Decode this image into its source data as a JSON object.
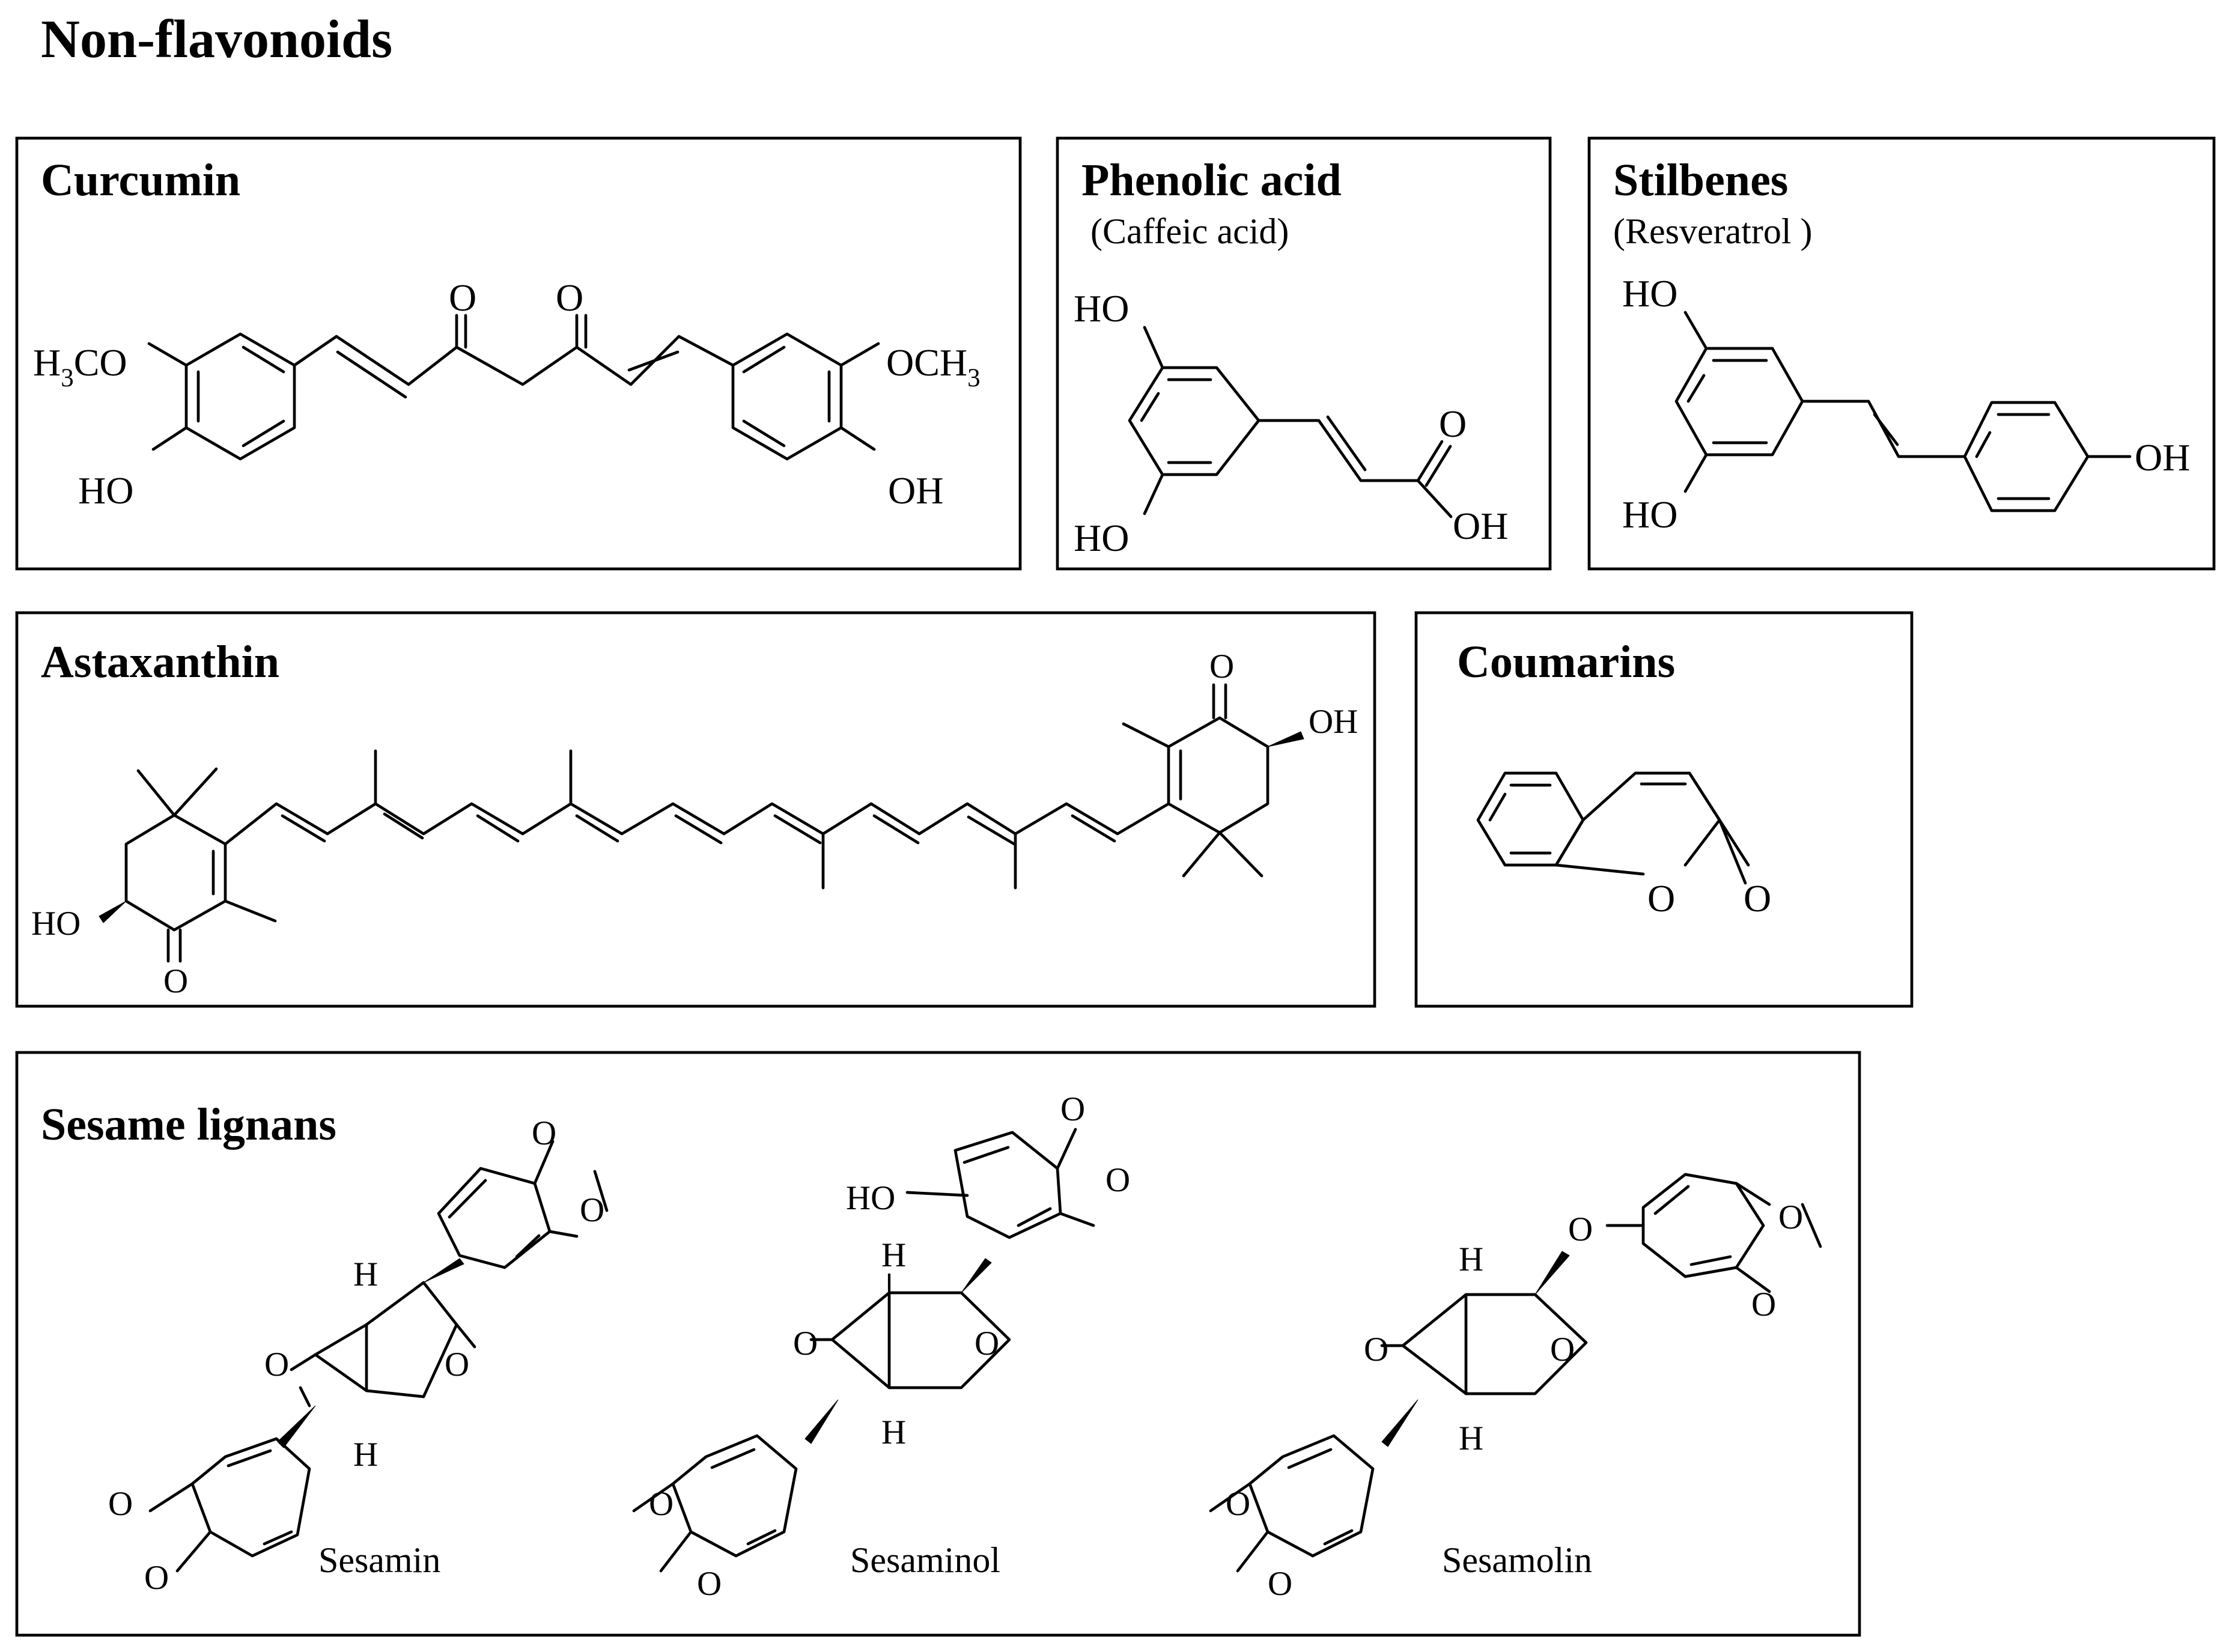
{
  "title": "Non-flavonoids",
  "panels": {
    "curcumin": {
      "title": "Curcumin"
    },
    "phenolic": {
      "title": "Phenolic acid",
      "subtitle": "(Caffeic acid)"
    },
    "stilbenes": {
      "title": "Stilbenes",
      "subtitle": "(Resveratrol )"
    },
    "astaxanthin": {
      "title": "Astaxanthin"
    },
    "coumarins": {
      "title": "Coumarins"
    },
    "lignans": {
      "title": "Sesame lignans",
      "compounds": [
        "Sesamin",
        "Sesaminol",
        "Sesamolin"
      ]
    }
  },
  "atoms": {
    "O": "O",
    "OH": "OH",
    "HO": "HO",
    "H": "H",
    "H3CO_main": "H",
    "H3CO_sub": "3",
    "H3CO_tail": "CO",
    "OCH3_main": "OCH",
    "OCH3_sub": "3"
  }
}
